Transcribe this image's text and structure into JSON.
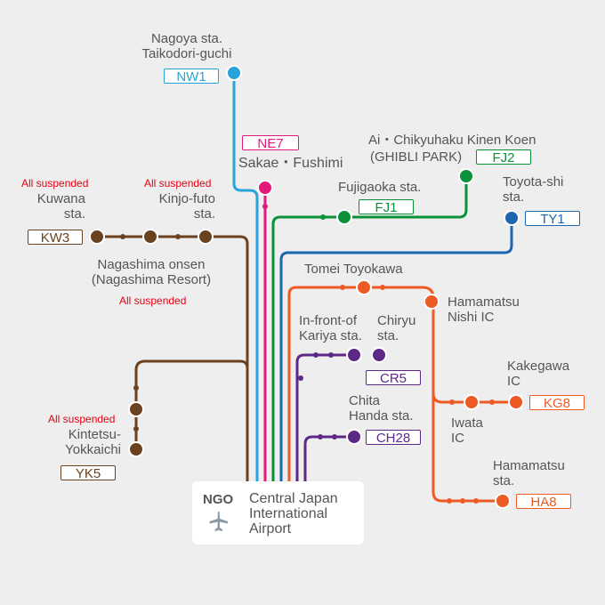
{
  "colors": {
    "nw": "#29a3dc",
    "ne": "#e4197a",
    "fj": "#0a9139",
    "ty": "#1c66b0",
    "ha": "#ee5a24",
    "cr": "#5c2a86",
    "kw": "#6b4220",
    "text": "#555555",
    "suspended": "#e60012"
  },
  "stations": {
    "nw1": {
      "line1": "Nagoya sta.",
      "line2": "Taikodori-guchi",
      "code": "NW1"
    },
    "ne7": {
      "name": "Sakae・Fushimi",
      "code": "NE7"
    },
    "fj2": {
      "line1": "Ai・Chikyuhaku Kinen Koen",
      "line2": "(GHIBLI PARK)",
      "code": "FJ2"
    },
    "fj1": {
      "name": "Fujigaoka sta.",
      "code": "FJ1"
    },
    "ty1": {
      "line1": "Toyota-shi",
      "line2": "sta.",
      "code": "TY1"
    },
    "kw3": {
      "line1": "Kuwana",
      "line2": "sta.",
      "code": "KW3",
      "note": "All suspended"
    },
    "kinjo": {
      "line1": "Kinjo-futo",
      "line2": "sta.",
      "note": "All suspended"
    },
    "nagashima": {
      "line1": "Nagashima onsen",
      "line2": "(Nagashima Resort)",
      "note": "All suspended"
    },
    "yk5": {
      "line1": "Kintetsu-",
      "line2": "Yokkaichi",
      "code": "YK5",
      "note": "All suspended"
    },
    "tomei": {
      "name": "Tomei Toyokawa"
    },
    "hnishi": {
      "line1": "Hamamatsu",
      "line2": "Nishi IC"
    },
    "kariya": {
      "line1": "In-front-of",
      "line2": "Kariya sta."
    },
    "cr5": {
      "line1": "Chiryu",
      "line2": "sta.",
      "code": "CR5"
    },
    "ch28": {
      "line1": "Chita",
      "line2": "Handa sta.",
      "code": "CH28"
    },
    "kg8": {
      "line1": "Kakegawa",
      "line2": "IC",
      "code": "KG8"
    },
    "iwata": {
      "line1": "Iwata",
      "line2": "IC"
    },
    "ha8": {
      "line1": "Hamamatsu",
      "line2": "sta.",
      "code": "HA8"
    }
  },
  "airport": {
    "code": "NGO",
    "line1": "Central Japan",
    "line2": "International",
    "line3": "Airport",
    "icon": "airplane-icon"
  }
}
